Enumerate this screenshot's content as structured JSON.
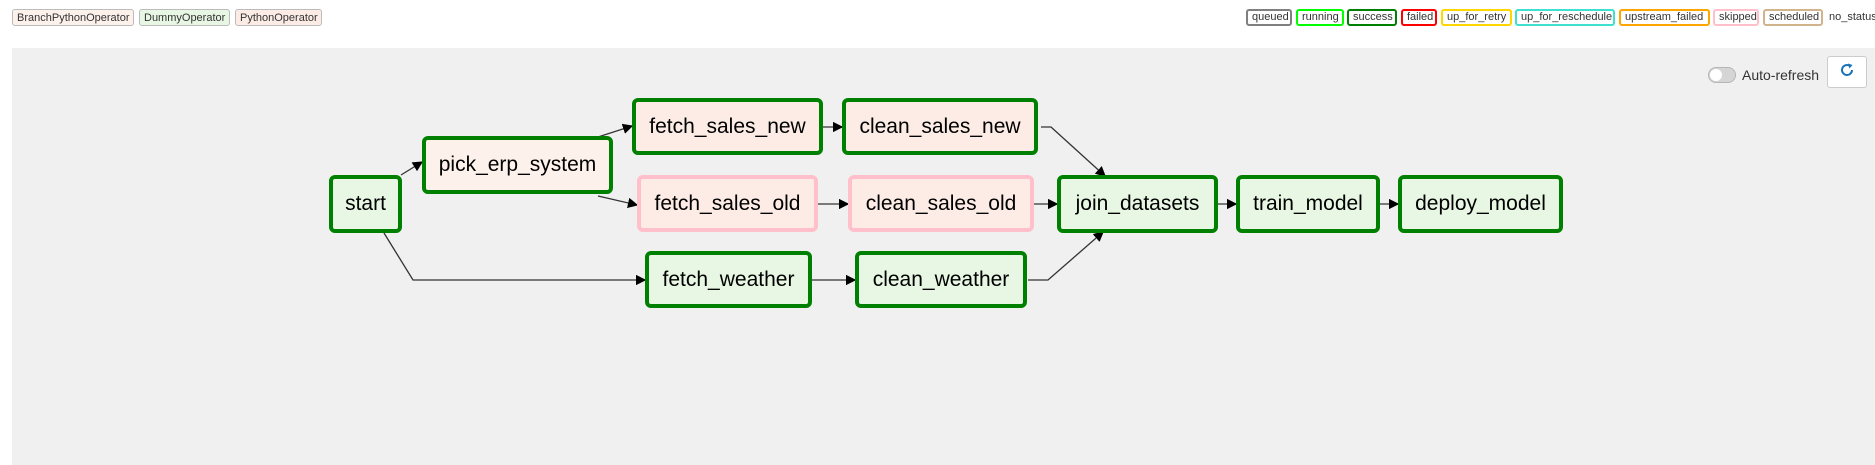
{
  "operator_legend": [
    {
      "label": "BranchPythonOperator",
      "color": "#fdf1ec"
    },
    {
      "label": "DummyOperator",
      "color": "#e8f7e4"
    },
    {
      "label": "PythonOperator",
      "color": "#fdece6"
    }
  ],
  "state_legend": [
    {
      "label": "queued",
      "color": "#808080"
    },
    {
      "label": "running",
      "color": "#00ff00"
    },
    {
      "label": "success",
      "color": "#008000"
    },
    {
      "label": "failed",
      "color": "#ff0000"
    },
    {
      "label": "up_for_retry",
      "color": "#ffd700"
    },
    {
      "label": "up_for_reschedule",
      "color": "#40e0d0"
    },
    {
      "label": "upstream_failed",
      "color": "#ffa500"
    },
    {
      "label": "skipped",
      "color": "#ffc0cb"
    },
    {
      "label": "scheduled",
      "color": "#d2b48c"
    }
  ],
  "no_status_label": "no_status",
  "controls": {
    "auto_refresh_label": "Auto-refresh",
    "auto_refresh_on": false,
    "refresh_icon": "refresh-icon"
  },
  "tasks": {
    "start": "start",
    "pick_erp_system": "pick_erp_system",
    "fetch_sales_new": "fetch_sales_new",
    "clean_sales_new": "clean_sales_new",
    "fetch_sales_old": "fetch_sales_old",
    "clean_sales_old": "clean_sales_old",
    "fetch_weather": "fetch_weather",
    "clean_weather": "clean_weather",
    "join_datasets": "join_datasets",
    "train_model": "train_model",
    "deploy_model": "deploy_model"
  }
}
